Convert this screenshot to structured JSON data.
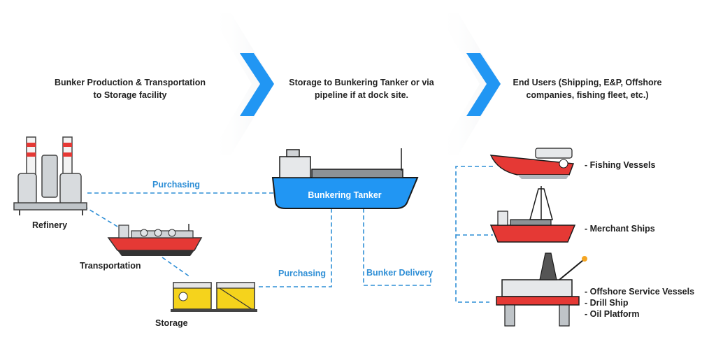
{
  "stages": [
    {
      "title": "Bunker Production & Transportation to Storage facility"
    },
    {
      "title": "Storage to Bunkering Tanker or via pipeline if at dock site."
    },
    {
      "title": "End Users (Shipping, E&P, Offshore companies, fishing fleet, etc.)"
    }
  ],
  "nodes": {
    "refinery": "Refinery",
    "transportation": "Transportation",
    "storage": "Storage",
    "tanker": "Bunkering Tanker"
  },
  "links": {
    "purchasing_top": "Purchasing",
    "purchasing_bottom": "Purchasing",
    "bunker_delivery": "Bunker Delivery"
  },
  "end_users": {
    "fishing": "- Fishing Vessels",
    "merchant": "- Merchant Ships",
    "offshore": "- Offshore Service Vessels",
    "drill": "- Drill Ship",
    "oil": "- Oil Platform"
  },
  "colors": {
    "accent_blue": "#2f8fd6",
    "ship_red": "#e53935",
    "tanker_blue": "#2196f3",
    "tank_yellow": "#f5d31c"
  }
}
